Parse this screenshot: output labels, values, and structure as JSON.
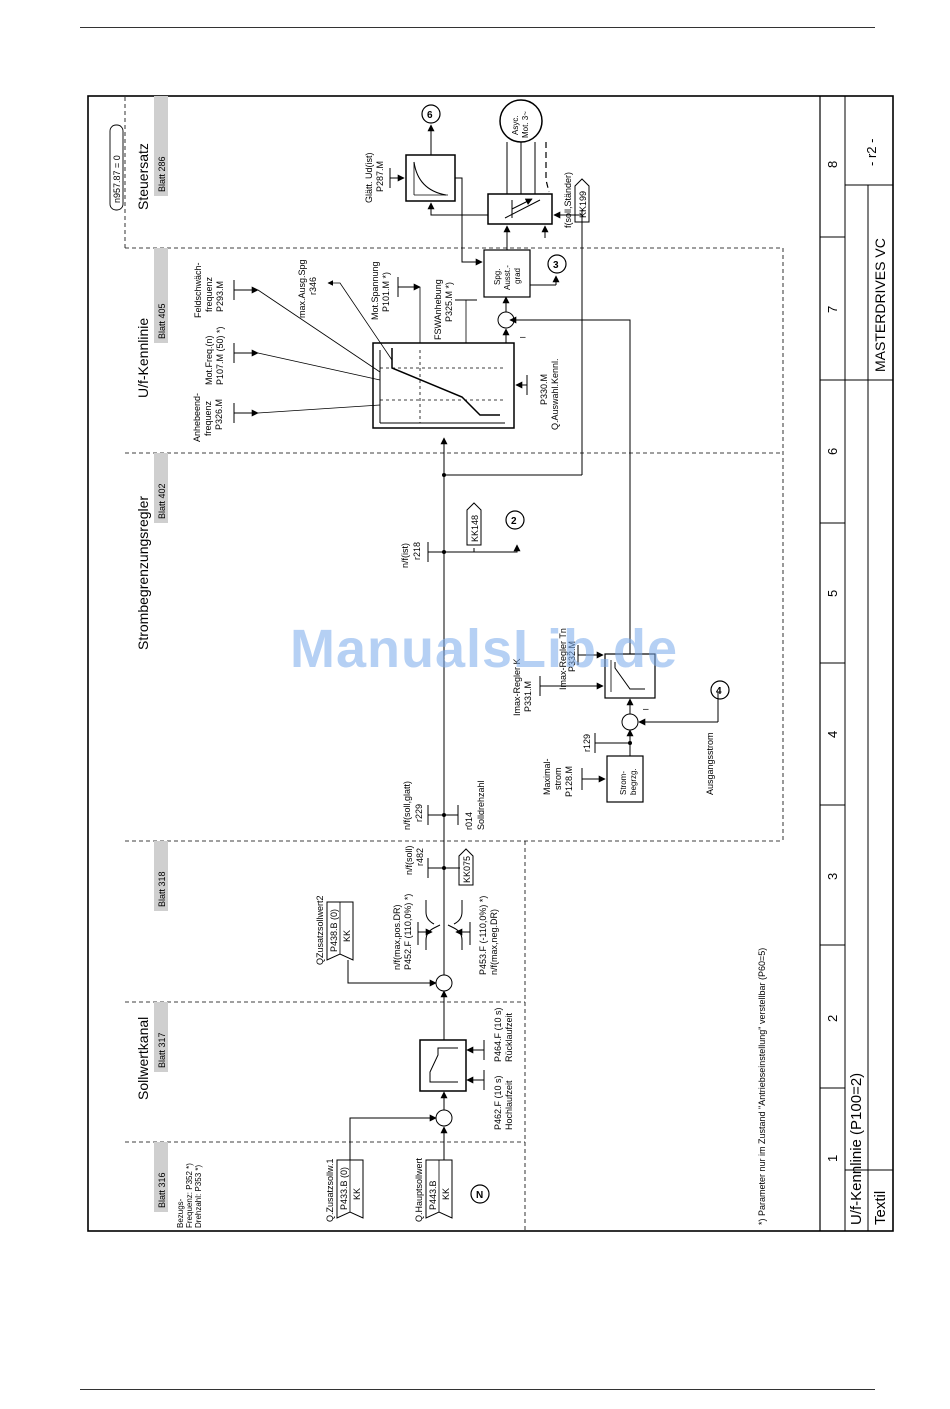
{
  "frame": {
    "zone_numbers": [
      "1",
      "2",
      "3",
      "4",
      "5",
      "6",
      "7",
      "8"
    ],
    "title": "U/f-Kennlinie (P100=2)",
    "subtitle": "Textil",
    "product": "MASTERDRIVES VC",
    "page_number": "- r2 -"
  },
  "sections": {
    "sollwertkanal": "Sollwertkanal",
    "strombegrenzung": "Strombegrenzungsregler",
    "ufkennlinie": "U/f-Kennlinie",
    "steuersatz": "Steuersatz"
  },
  "sheets": [
    "Blatt 316",
    "Blatt 317",
    "Blatt 318",
    "Blatt 402",
    "Blatt 405",
    "Blatt 286"
  ],
  "bezugs": {
    "line1": "Bezugs-",
    "line2": "Frequenz: P352 *)",
    "line3": "Drehzahl: P353 *)"
  },
  "setpoints": {
    "zusatz1_label": "Q.Zusatzsollw.1",
    "zusatz1_param": "P433.B (0)",
    "zusatz1_kk": "KK",
    "haupt_label": "Q.Hauptsollwert",
    "haupt_param": "P443.B",
    "haupt_kk": "KK",
    "n_circle": "N",
    "zusatz2_label": "QZusatzsollwert2",
    "zusatz2_param": "P438.B (0)",
    "zusatz2_kk": "KK"
  },
  "ramp": {
    "hoch_param": "P462.F (10 s)",
    "hoch_label": "Hochlaufzeit",
    "rueck_param": "P464.F (10 s)",
    "rueck_label": "Rücklaufzeit"
  },
  "limits": {
    "pos_label": "n/f(max,pos.DR)",
    "pos_param": "P452.F (110,0%) *)",
    "neg_param": "P453.F (-110,0%) *)",
    "neg_label": "n/f(max,neg.DR)"
  },
  "connectors": {
    "nsoll": "n/f(soll)",
    "r482": "r482",
    "kk075": "KK075",
    "nsoll_glatt": "n/f(soll,glatt)",
    "r229": "r229",
    "r014": "r014",
    "solldrehzahl": "Solldrehzahl",
    "nist": "n/f(ist)",
    "r218": "r218",
    "kk148": "KK148",
    "c2": "2",
    "c3": "3",
    "c4": "4",
    "c6": "6",
    "n957": "n957.87 = 0"
  },
  "current_limit": {
    "max_label1": "Maximal-",
    "max_label2": "strom",
    "max_param": "P128.M",
    "box1": "Strom-",
    "box2": "begrzg.",
    "r129": "r129",
    "ausgangsstrom": "Ausgangsstrom",
    "imax_label": "Imax-Regler K",
    "imax_param": "P331.M",
    "imax_tn_label": "Imax-Regler Tn",
    "imax_tn_param": "P332.M",
    "minus": "–"
  },
  "uf_block": {
    "anh_1": "Anhebeend-",
    "anh_2": "frequenz",
    "anh_3": "P326.M",
    "mot_1": "Mot.Freq.(n)",
    "mot_2": "P107.M (50) *)",
    "feld_1": "Feldschwäch-",
    "feld_2": "frequenz",
    "feld_3": "P293.M",
    "max_1": "max.Ausg.Spg",
    "max_2": "r346",
    "motsp_1": "Mot.Spannung",
    "motsp_2": "P101.M *)",
    "fsw_1": "FSWAnhebung",
    "fsw_2": "P325.M *)",
    "ausw_1": "P330.M",
    "ausw_2": "Q.Auswahl.Kennl."
  },
  "steuersatz_block": {
    "spg_1": "Spg.",
    "spg_2": "Ausst.-",
    "spg_3": "grad",
    "glatt_1": "Glätt. Ud(ist)",
    "glatt_2": "P287.M",
    "fsoll": "f(soll,Ständer)",
    "kk199": "KK199",
    "asyc_1": "Asyc.",
    "asyc_2": "Mot. 3~"
  },
  "footnote": "*) Parameter nur im Zustand \"Antriebseinstellung\" verstellbar (P60=5)",
  "watermark": "ManualsLib.de"
}
